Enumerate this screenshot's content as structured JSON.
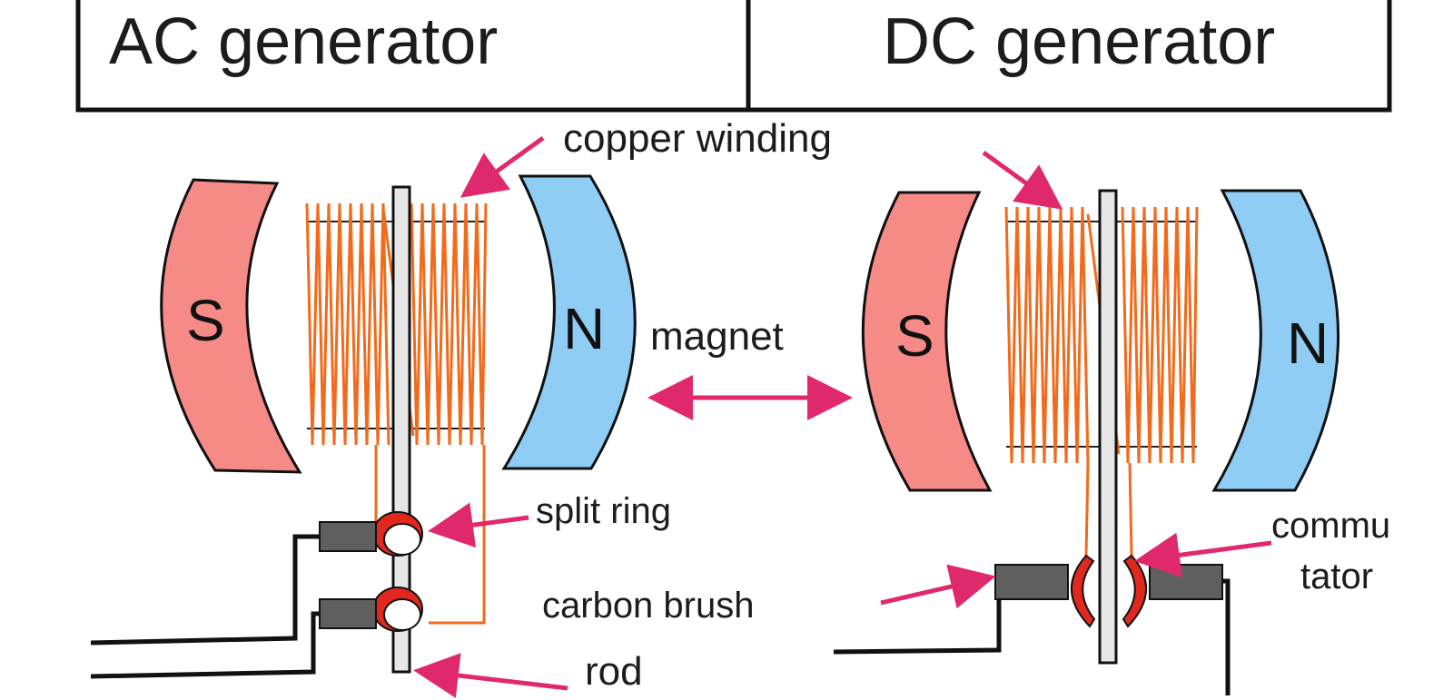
{
  "header": {
    "left_title": "AC generator",
    "right_title": "DC generator"
  },
  "labels": {
    "copper_winding": "copper winding",
    "magnet": "magnet",
    "split_ring": "split ring",
    "carbon_brush": "carbon brush",
    "rod": "rod",
    "commutator_line1": "commu",
    "commutator_line2": "tator"
  },
  "ac_generator": {
    "south_pole": "S",
    "north_pole": "N"
  },
  "dc_generator": {
    "south_pole": "S",
    "north_pole": "N"
  },
  "colors": {
    "south_magnet": "#f58a87",
    "north_magnet": "#8fcdf5",
    "copper": "#f26a1b",
    "arrow": "#e0296c",
    "ring": "#e0281e",
    "brush": "#5f5f5f",
    "rod": "#e6e6e6"
  }
}
